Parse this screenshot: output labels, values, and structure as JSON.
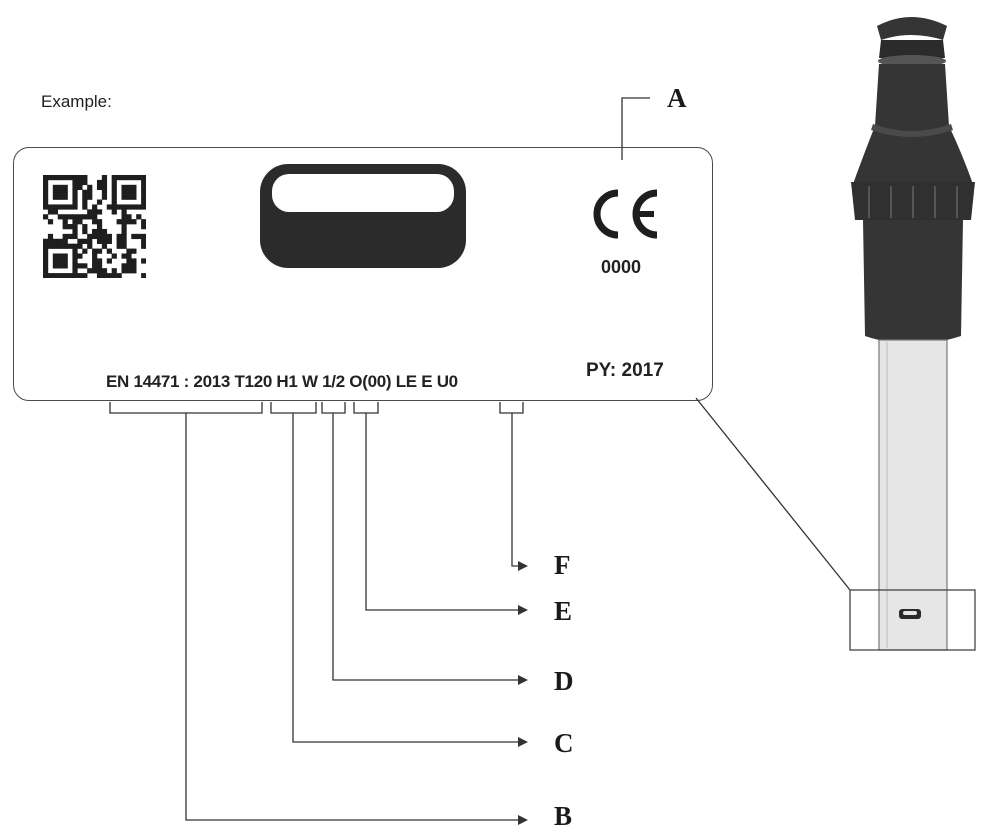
{
  "example_label": "Example:",
  "plate": {
    "ce_mark": "CE",
    "notified_body": "0000",
    "production_year": "PY: 2017",
    "designation": "EN 14471 : 2013 T120 H1 W 1/2 O(00) LE E U0"
  },
  "callouts": {
    "a": "A",
    "b": "B",
    "c": "C",
    "d": "D",
    "e": "E",
    "f": "F"
  },
  "colors": {
    "outline": "#4a4a4a",
    "dark_fill": "#2b2b2b",
    "pipe_body": "#353535",
    "pipe_shaft": "#e6e6e6"
  }
}
